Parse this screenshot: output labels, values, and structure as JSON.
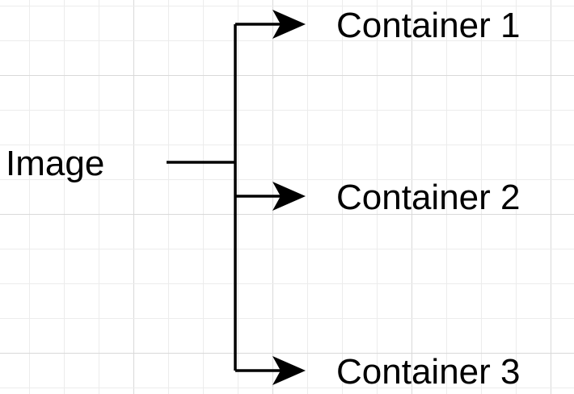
{
  "diagram": {
    "source": {
      "label": "Image"
    },
    "targets": [
      {
        "label": "Container 1"
      },
      {
        "label": "Container 2"
      },
      {
        "label": "Container 3"
      }
    ]
  },
  "colors": {
    "background": "#ffffff",
    "grid_minor": "#ececec",
    "grid_major": "#d9d9d9",
    "stroke": "#000000"
  }
}
